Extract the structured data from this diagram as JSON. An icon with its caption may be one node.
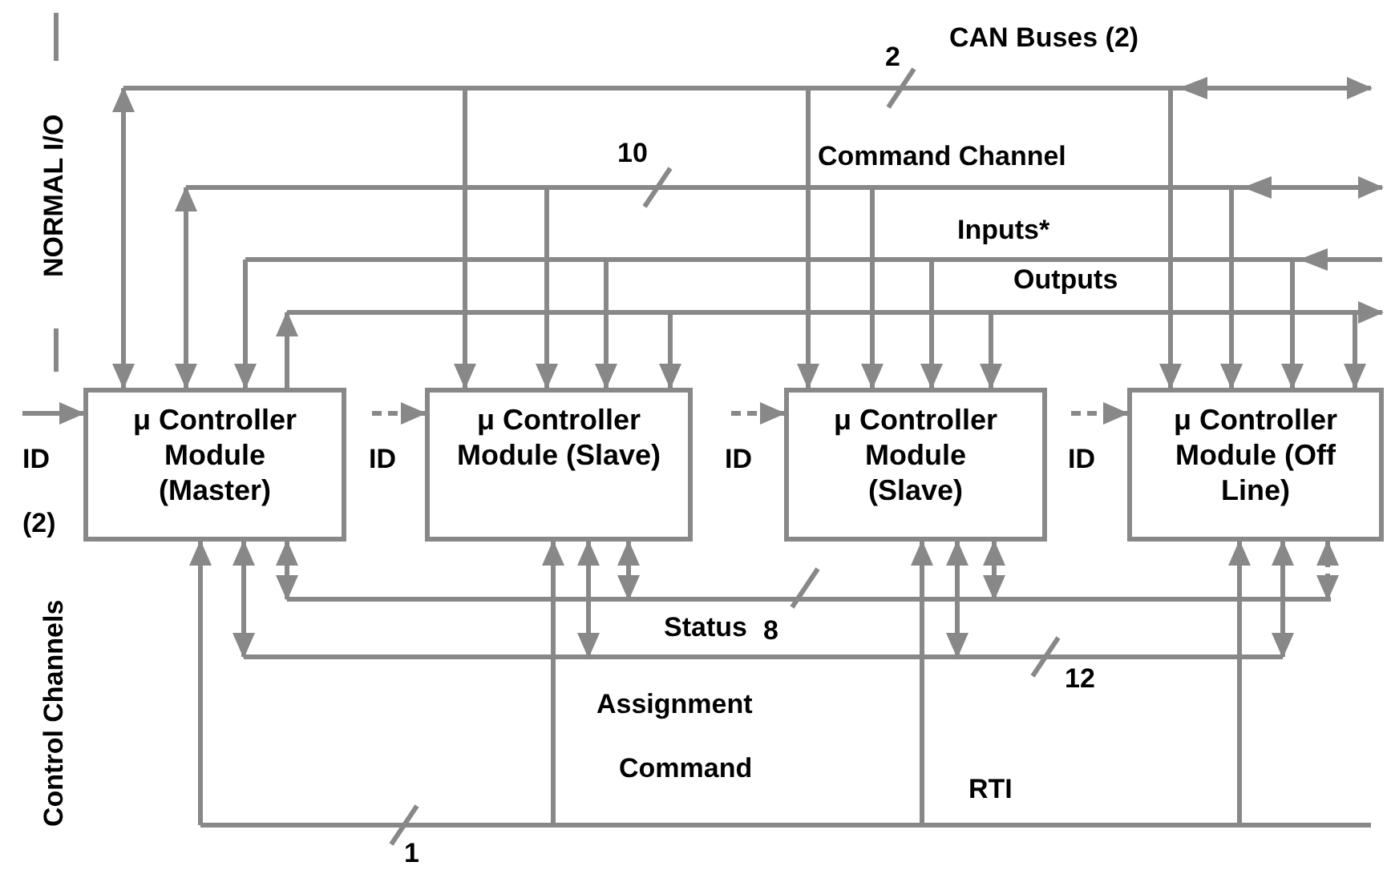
{
  "diagram": {
    "nodes": [
      {
        "text": [
          "μ Controller Module (Master)"
        ]
      },
      {
        "text": [
          "μ Controller Module (Slave)"
        ]
      },
      {
        "text": [
          "μ Controller Module (Slave)"
        ]
      },
      {
        "text": [
          "μ Controller Module (Off Line)"
        ]
      }
    ],
    "edges": [
      {
        "from": null,
        "to": 0,
        "arrow": "both"
      },
      {
        "from": null,
        "to": 0,
        "arrow": "both"
      },
      {
        "from": null,
        "to": 0,
        "arrow": "to"
      },
      {
        "from": 0,
        "to": null,
        "arrow": "to"
      },
      {
        "from": null,
        "to": 0,
        "arrow": "to"
      },
      {
        "from": null,
        "to": 0,
        "arrow": "to"
      },
      {
        "from": null,
        "to": 0,
        "arrow": "both"
      },
      {
        "from": null,
        "to": 0,
        "arrow": "both"
      },
      {
        "from": null,
        "to": 1,
        "arrow": "to"
      },
      {
        "from": null,
        "to": 1,
        "arrow": "to"
      },
      {
        "from": null,
        "to": 1,
        "arrow": "to"
      },
      {
        "from": null,
        "to": 1,
        "arrow": "to"
      },
      {
        "from": null,
        "to": 1,
        "arrow": "to",
        "style": "dashed"
      },
      {
        "from": null,
        "to": 1,
        "arrow": "to"
      },
      {
        "from": null,
        "to": 1,
        "arrow": "both"
      },
      {
        "from": null,
        "to": 1,
        "arrow": "both"
      },
      {
        "from": null,
        "to": 2,
        "arrow": "to"
      },
      {
        "from": null,
        "to": 2,
        "arrow": "to"
      },
      {
        "from": null,
        "to": 2,
        "arrow": "to"
      },
      {
        "from": null,
        "to": 2,
        "arrow": "to"
      },
      {
        "from": null,
        "to": 2,
        "arrow": "to",
        "style": "dashed"
      },
      {
        "from": null,
        "to": 2,
        "arrow": "to"
      },
      {
        "from": null,
        "to": 2,
        "arrow": "both"
      },
      {
        "from": null,
        "to": 2,
        "arrow": "both"
      },
      {
        "from": null,
        "to": 3,
        "arrow": "to"
      },
      {
        "from": null,
        "to": 3,
        "arrow": "to"
      },
      {
        "from": null,
        "to": 3,
        "arrow": "to"
      },
      {
        "from": null,
        "to": 3,
        "arrow": "to"
      },
      {
        "from": null,
        "to": 3,
        "arrow": "to",
        "style": "dashed"
      },
      {
        "from": null,
        "to": 3,
        "arrow": "to"
      },
      {
        "from": null,
        "to": 3,
        "arrow": "both"
      },
      {
        "from": null,
        "to": 3,
        "arrow": "both",
        "style": "dashed"
      }
    ],
    "labels": [
      "NORMAL I/O",
      "2",
      "CAN Buses (2)",
      "10",
      "Command Channel",
      "Inputs*",
      "Outputs",
      "ID",
      "(2)",
      "ID",
      "ID",
      "ID",
      "Control Channels",
      "Status",
      "8",
      "12",
      "Assignment",
      "Command",
      "RTI",
      "1"
    ]
  }
}
